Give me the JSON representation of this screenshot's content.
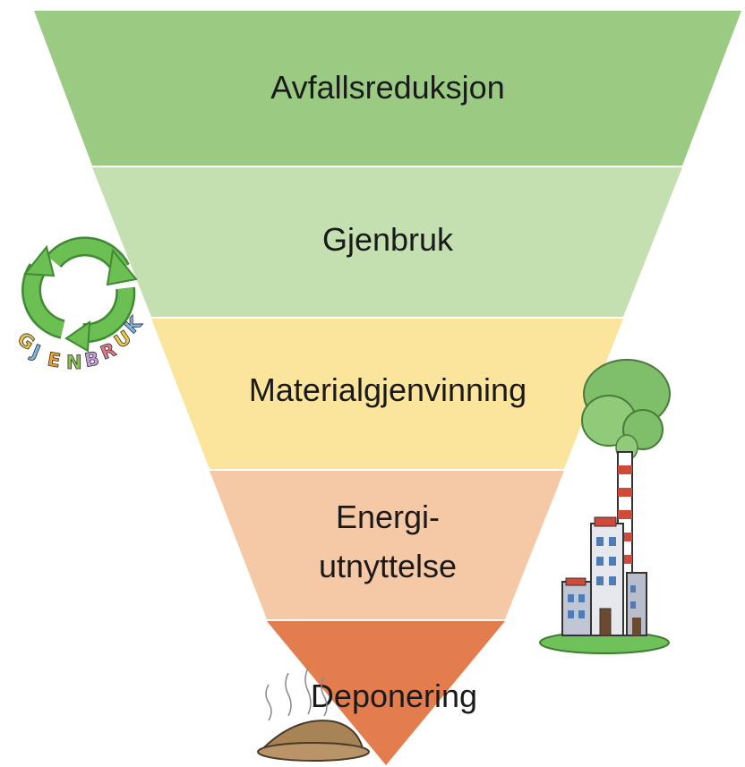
{
  "diagram": {
    "levels": [
      {
        "label": "Avfallsreduksjon",
        "color": "#9bcb83"
      },
      {
        "label": "Gjenbruk",
        "color": "#c4e0b1"
      },
      {
        "label": "Materialgjenvinning",
        "color": "#fbe59c"
      },
      {
        "label_lines": [
          "Energi-",
          "utnyttelse"
        ],
        "color": "#f6c9a6"
      },
      {
        "label": "Deponering",
        "color": "#e37d4d"
      }
    ]
  },
  "recycle_logo": {
    "text": "GJENBRUK",
    "letter_colors": [
      "#e8c34a",
      "#7bb5d8",
      "#f0a030",
      "#8fbf5a",
      "#c79be0",
      "#e07a8a",
      "#f2c84a",
      "#7fb3e0"
    ],
    "arrow_color": "#5fb04a"
  },
  "icons": {
    "factory": "factory-icon",
    "landfill": "landfill-icon"
  }
}
